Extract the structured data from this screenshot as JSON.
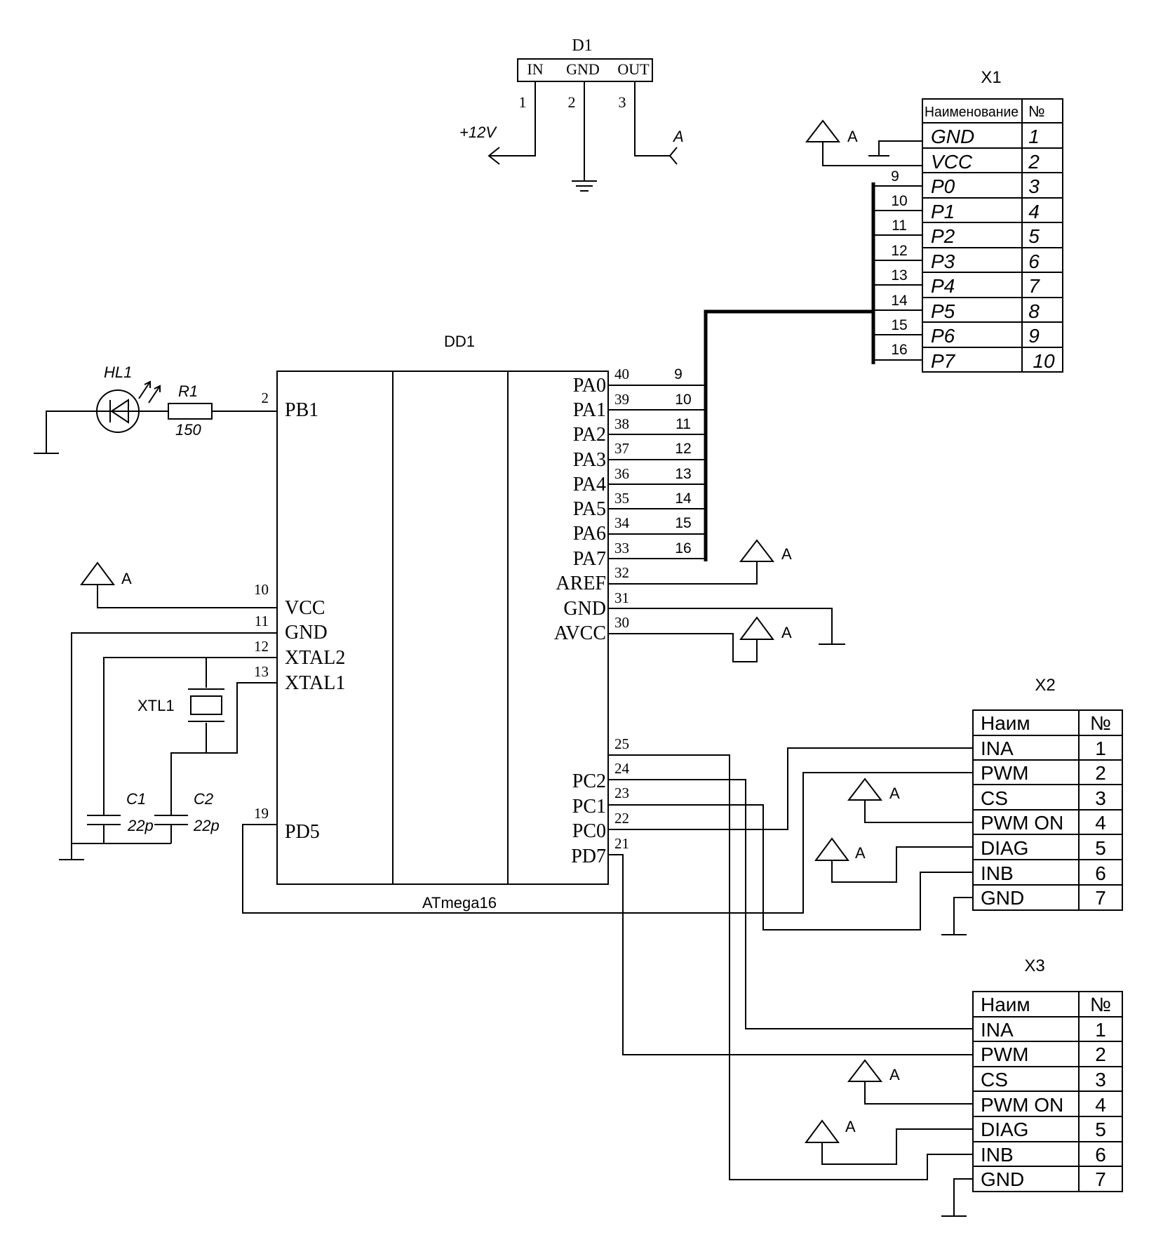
{
  "regulator": {
    "ref": "D1",
    "pins": [
      {
        "name": "IN",
        "num": "1"
      },
      {
        "name": "GND",
        "num": "2"
      },
      {
        "name": "OUT",
        "num": "3"
      }
    ],
    "in_net": "+12V",
    "out_net": "A"
  },
  "x1": {
    "ref": "X1",
    "header_name": "Наименование",
    "header_num": "№",
    "rows": [
      {
        "name": "GND",
        "num": "1"
      },
      {
        "name": "VCC",
        "num": "2"
      },
      {
        "name": "P0",
        "num": "3"
      },
      {
        "name": "P1",
        "num": "4"
      },
      {
        "name": "P2",
        "num": "5"
      },
      {
        "name": "P3",
        "num": "6"
      },
      {
        "name": "P4",
        "num": "7"
      },
      {
        "name": "P5",
        "num": "8"
      },
      {
        "name": "P6",
        "num": "9"
      },
      {
        "name": "P7",
        "num": "10"
      }
    ],
    "bus_nums": [
      "9",
      "10",
      "11",
      "12",
      "13",
      "14",
      "15",
      "16"
    ],
    "vcc_net": "A"
  },
  "mcu": {
    "ref": "DD1",
    "part": "ATmega16",
    "left_pins": [
      {
        "name": "PB1",
        "num": "2"
      },
      {
        "name": "VCC",
        "num": "10"
      },
      {
        "name": "GND",
        "num": "11"
      },
      {
        "name": "XTAL2",
        "num": "12"
      },
      {
        "name": "XTAL1",
        "num": "13"
      },
      {
        "name": "PD5",
        "num": "19"
      }
    ],
    "right_pins": [
      {
        "name": "PA0",
        "num": "40",
        "bus": "9"
      },
      {
        "name": "PA1",
        "num": "39",
        "bus": "10"
      },
      {
        "name": "PA2",
        "num": "38",
        "bus": "11"
      },
      {
        "name": "PA3",
        "num": "37",
        "bus": "12"
      },
      {
        "name": "PA4",
        "num": "36",
        "bus": "13"
      },
      {
        "name": "PA5",
        "num": "35",
        "bus": "14"
      },
      {
        "name": "PA6",
        "num": "34",
        "bus": "15"
      },
      {
        "name": "PA7",
        "num": "33",
        "bus": "16"
      },
      {
        "name": "AREF",
        "num": "32"
      },
      {
        "name": "GND",
        "num": "31"
      },
      {
        "name": "AVCC",
        "num": "30"
      },
      {
        "name": "",
        "num": "25"
      },
      {
        "name": "PC2",
        "num": "24"
      },
      {
        "name": "PC1",
        "num": "23"
      },
      {
        "name": "PC0",
        "num": "22"
      },
      {
        "name": "PD7",
        "num": "21"
      }
    ]
  },
  "led": {
    "ref": "HL1"
  },
  "r1": {
    "ref": "R1",
    "value": "150"
  },
  "xtl": {
    "ref": "XTL1"
  },
  "c1": {
    "ref": "C1",
    "value": "22p"
  },
  "c2": {
    "ref": "C2",
    "value": "22p"
  },
  "net_a": "A",
  "x2": {
    "ref": "X2",
    "header_name": "Наим",
    "header_num": "№",
    "rows": [
      {
        "name": "INA",
        "num": "1"
      },
      {
        "name": "PWM",
        "num": "2"
      },
      {
        "name": "CS",
        "num": "3"
      },
      {
        "name": "PWM ON",
        "num": "4"
      },
      {
        "name": "DIAG",
        "num": "5"
      },
      {
        "name": "INB",
        "num": "6"
      },
      {
        "name": "GND",
        "num": "7"
      }
    ]
  },
  "x3": {
    "ref": "X3",
    "header_name": "Наим",
    "header_num": "№",
    "rows": [
      {
        "name": "INA",
        "num": "1"
      },
      {
        "name": "PWM",
        "num": "2"
      },
      {
        "name": "CS",
        "num": "3"
      },
      {
        "name": "PWM ON",
        "num": "4"
      },
      {
        "name": "DIAG",
        "num": "5"
      },
      {
        "name": "INB",
        "num": "6"
      },
      {
        "name": "GND",
        "num": "7"
      }
    ]
  }
}
